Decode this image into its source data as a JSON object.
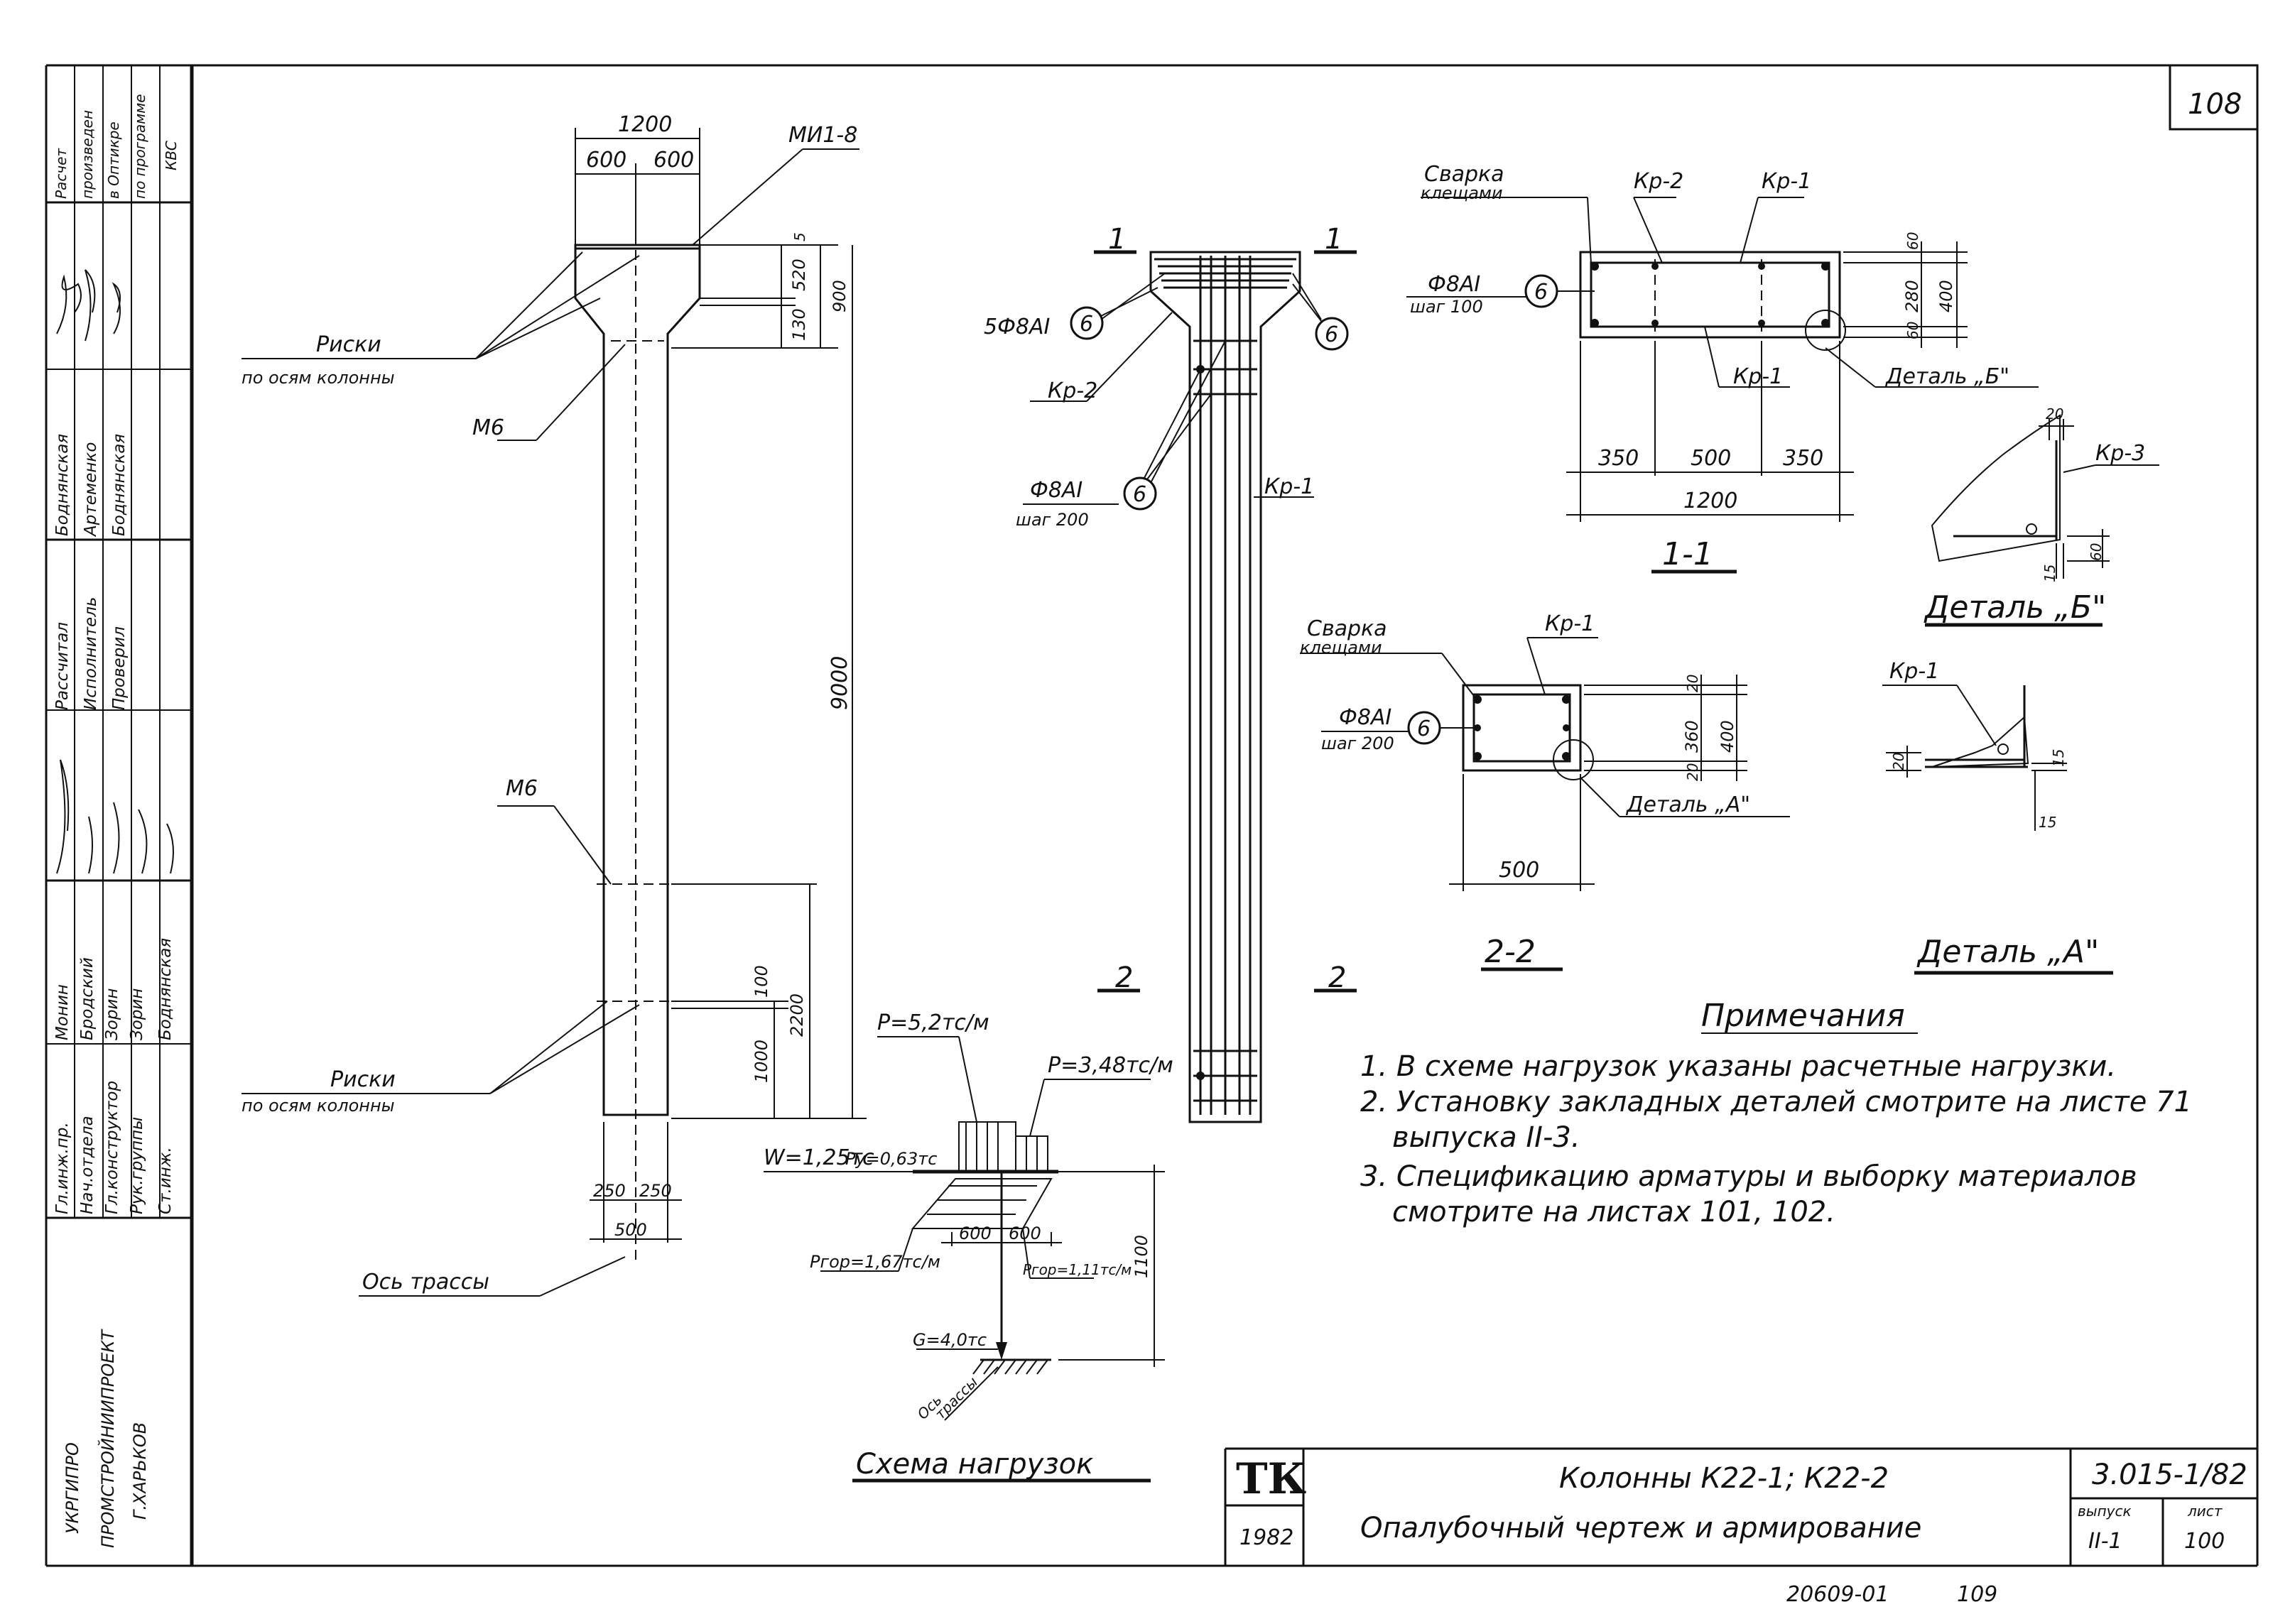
{
  "sheet_number_corner": "108",
  "left_stamp": {
    "calc_note": [
      "Расчет",
      "произведен",
      "в Оптикре",
      "по программе",
      "КВС"
    ],
    "roles": [
      "Рассчитал",
      "Исполнитель",
      "Проверил"
    ],
    "role_names": [
      "Боднянская",
      "Артеменко",
      "Боднянская"
    ],
    "positions": [
      "Гл.инж.пр.",
      "Нач.отдела",
      "Гл.конструктор",
      "Рук.группы",
      "Ст.инж."
    ],
    "position_names": [
      "Монин",
      "Бродский",
      "Зорин",
      "Зорин",
      "Боднянская"
    ],
    "institute": [
      "УКРГИПРО",
      "ПРОМСТРОЙНИИПРОЕКТ",
      "Г.ХАРЬКОВ"
    ]
  },
  "elevation": {
    "dims": {
      "top_total": "1200",
      "top_left": "600",
      "top_right": "600",
      "cap_5": "5",
      "cap_520": "520",
      "cap_130": "130",
      "cap_900": "900",
      "height_9000": "9000",
      "h_2200": "2200",
      "h_100": "100",
      "h_1000": "1000",
      "bottom_250a": "250",
      "bottom_250b": "250",
      "bottom_500": "500"
    },
    "labels": {
      "mi": "МИ1-8",
      "riski_1": "Риски",
      "riski_1b": "по осям колонны",
      "m6_top": "М6",
      "m6_mid": "М6",
      "riski_2": "Риски",
      "riski_2b": "по осям колонны",
      "axis": "Ось  трассы"
    }
  },
  "reinforcement": {
    "sec_mark_1": "1",
    "sec_mark_2": "2",
    "bars_5": "5Ф8АI",
    "pos_6": "6",
    "kr2": "Кр-2",
    "kr1": "Кр-1",
    "f8_step_a": "Ф8АI",
    "f8_step_b": "шаг 200"
  },
  "section_1_1": {
    "title": "1-1",
    "welding_a": "Сварка",
    "welding_b": "клещами",
    "kr2": "Кр-2",
    "kr1_top": "Кр-1",
    "kr1_bottom": "Кр-1",
    "bar_a": "Ф8АI",
    "bar_b": "шаг 100",
    "pos": "6",
    "detail_b": "Деталь „Б\"",
    "dims": {
      "d60a": "60",
      "d280": "280",
      "d60b": "60",
      "d400": "400",
      "d350a": "350",
      "d500": "500",
      "d350b": "350",
      "d1200": "1200"
    }
  },
  "detail_b": {
    "title": "Деталь „Б\"",
    "kr3": "Кр-3",
    "d20": "20",
    "d15": "15",
    "d60": "60"
  },
  "section_2_2": {
    "title": "2-2",
    "welding_a": "Сварка",
    "welding_b": "клещами",
    "kr1": "Кр-1",
    "bar_a": "Ф8АI",
    "bar_b": "шаг 200",
    "pos": "6",
    "detail_a": "Деталь „А\"",
    "dims": {
      "d20a": "20",
      "d360": "360",
      "d20b": "20",
      "d400": "400",
      "d500": "500"
    }
  },
  "detail_a": {
    "title": "Деталь „А\"",
    "kr1": "Кр-1",
    "d20": "20",
    "d15a": "15",
    "d15b": "15"
  },
  "notes": {
    "title": "Примечания",
    "items": [
      "1. В схеме нагрузок указаны расчетные нагрузки.",
      "2. Установку закладных деталей смотрите на листе 71",
      "выпуска II-3.",
      "3. Спецификацию арматуры и выборку материалов",
      "смотрите на листах 101, 102."
    ]
  },
  "load_scheme": {
    "title": "Схема нагрузок",
    "p1": "P=5,2тс/м",
    "p2": "P=3,48тс/м",
    "w": "W=1,25тс",
    "py": "Py=0,63тс",
    "d600a": "600",
    "d600b": "600",
    "d1100": "1100",
    "pgor1": "Pгор=1,67тс/м",
    "pgor2": "Pгор=1,11тс/м",
    "g": "G=4,0тс",
    "axis_a": "Ось",
    "axis_b": "трассы"
  },
  "title_block": {
    "tk": "ТК",
    "year": "1982",
    "title_1": "Колонны К22-1; К22-2",
    "title_2": "Опалубочный  чертеж  и  армирование",
    "code": "3.015-1/82",
    "issue_label": "выпуск",
    "issue_value": "II-1",
    "sheet_label": "лист",
    "sheet_value": "100"
  },
  "footer": {
    "inventory": "20609-01",
    "page": "109"
  }
}
